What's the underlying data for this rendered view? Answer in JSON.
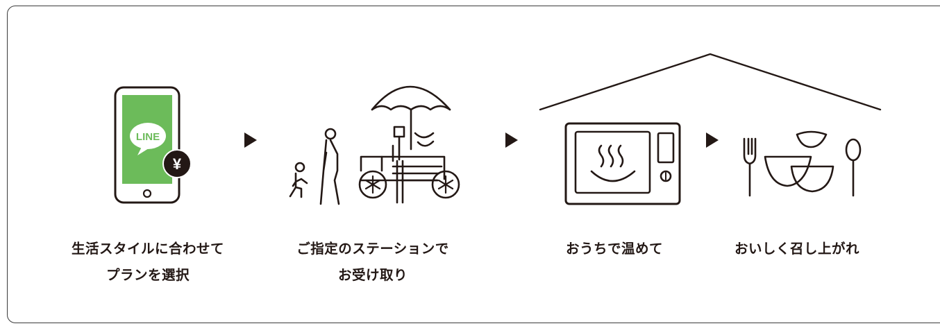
{
  "steps": [
    {
      "lines": [
        "生活スタイルに合わせて",
        "プランを選択"
      ],
      "icon": "phone-line-icon"
    },
    {
      "lines": [
        "ご指定のステーションで",
        "お受け取り"
      ],
      "icon": "pickup-station-icon"
    },
    {
      "lines": [
        "おうちで温めて"
      ],
      "icon": "microwave-icon"
    },
    {
      "lines": [
        "おいしく召し上がれ"
      ],
      "icon": "tableware-icon"
    }
  ],
  "phone": {
    "app_label": "LINE",
    "currency_symbol": "¥"
  },
  "colors": {
    "line_green": "#6cbb5a",
    "ink": "#231815",
    "badge": "#231815"
  }
}
